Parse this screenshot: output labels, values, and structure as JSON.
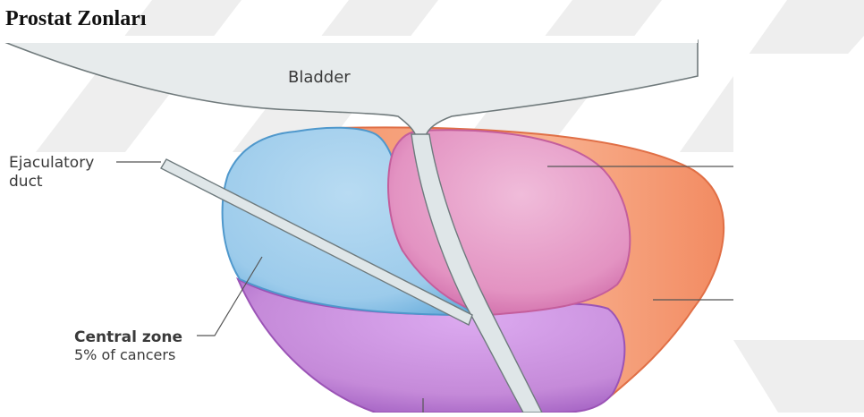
{
  "heading": ". Prostat Zonları",
  "labels": {
    "bladder": "Bladder",
    "ejaculatory_duct_line1": "Ejaculatory",
    "ejaculatory_duct_line2": "duct",
    "central_zone_title": "Central zone",
    "central_zone_stat": "5% of cancers"
  },
  "colors": {
    "bladder_fill": "#e7ebec",
    "transition_zone": "#e8a0c8",
    "peripheral_zone": "#f6a882",
    "central_zone": "#9fcbea",
    "anterior_zone": "#c98fdc",
    "urethra": "#dfe6e8",
    "watermark": "#ececec"
  }
}
